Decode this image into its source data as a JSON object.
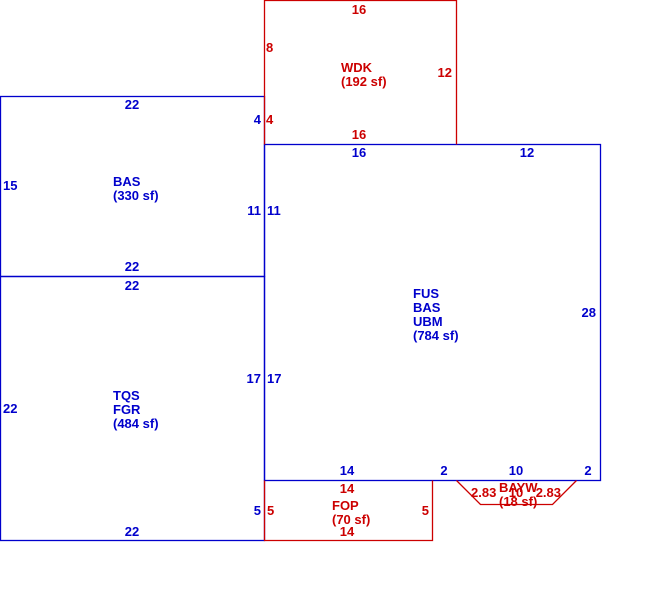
{
  "colors": {
    "blue": "#0000cc",
    "red": "#cc0000"
  },
  "rooms": {
    "wdk": {
      "lines": [
        "WDK",
        "(192 sf)"
      ],
      "dims": {
        "top": "16",
        "left": "8",
        "right": "12",
        "bottom": "16",
        "left_lower": "4"
      }
    },
    "bas": {
      "lines": [
        "BAS",
        "(330 sf)"
      ],
      "dims": {
        "top": "22",
        "left": "15",
        "right_top": "4",
        "right": "11",
        "bottom": "22"
      }
    },
    "tqs": {
      "lines": [
        "TQS",
        "FGR",
        "(484 sf)"
      ],
      "dims": {
        "top": "22",
        "left": "22",
        "right": "17",
        "right_lower": "5",
        "bottom": "22"
      }
    },
    "fus": {
      "lines": [
        "FUS",
        "BAS",
        "UBM",
        "(784 sf)"
      ],
      "dims": {
        "top_left": "16",
        "top_right": "12",
        "left_upper": "11",
        "left": "17",
        "right": "28",
        "bottom_a": "14",
        "bottom_b": "2",
        "bottom_c": "10",
        "bottom_d": "2"
      }
    },
    "fop": {
      "lines": [
        "FOP",
        "(70 sf)"
      ],
      "dims": {
        "top": "14",
        "left": "5",
        "right": "5",
        "bottom": "14"
      }
    },
    "bayw": {
      "lines": [
        "BAYW",
        "(18 sf)"
      ],
      "dims": {
        "left": "2.83",
        "middle": "10",
        "right": "2.83"
      }
    }
  }
}
